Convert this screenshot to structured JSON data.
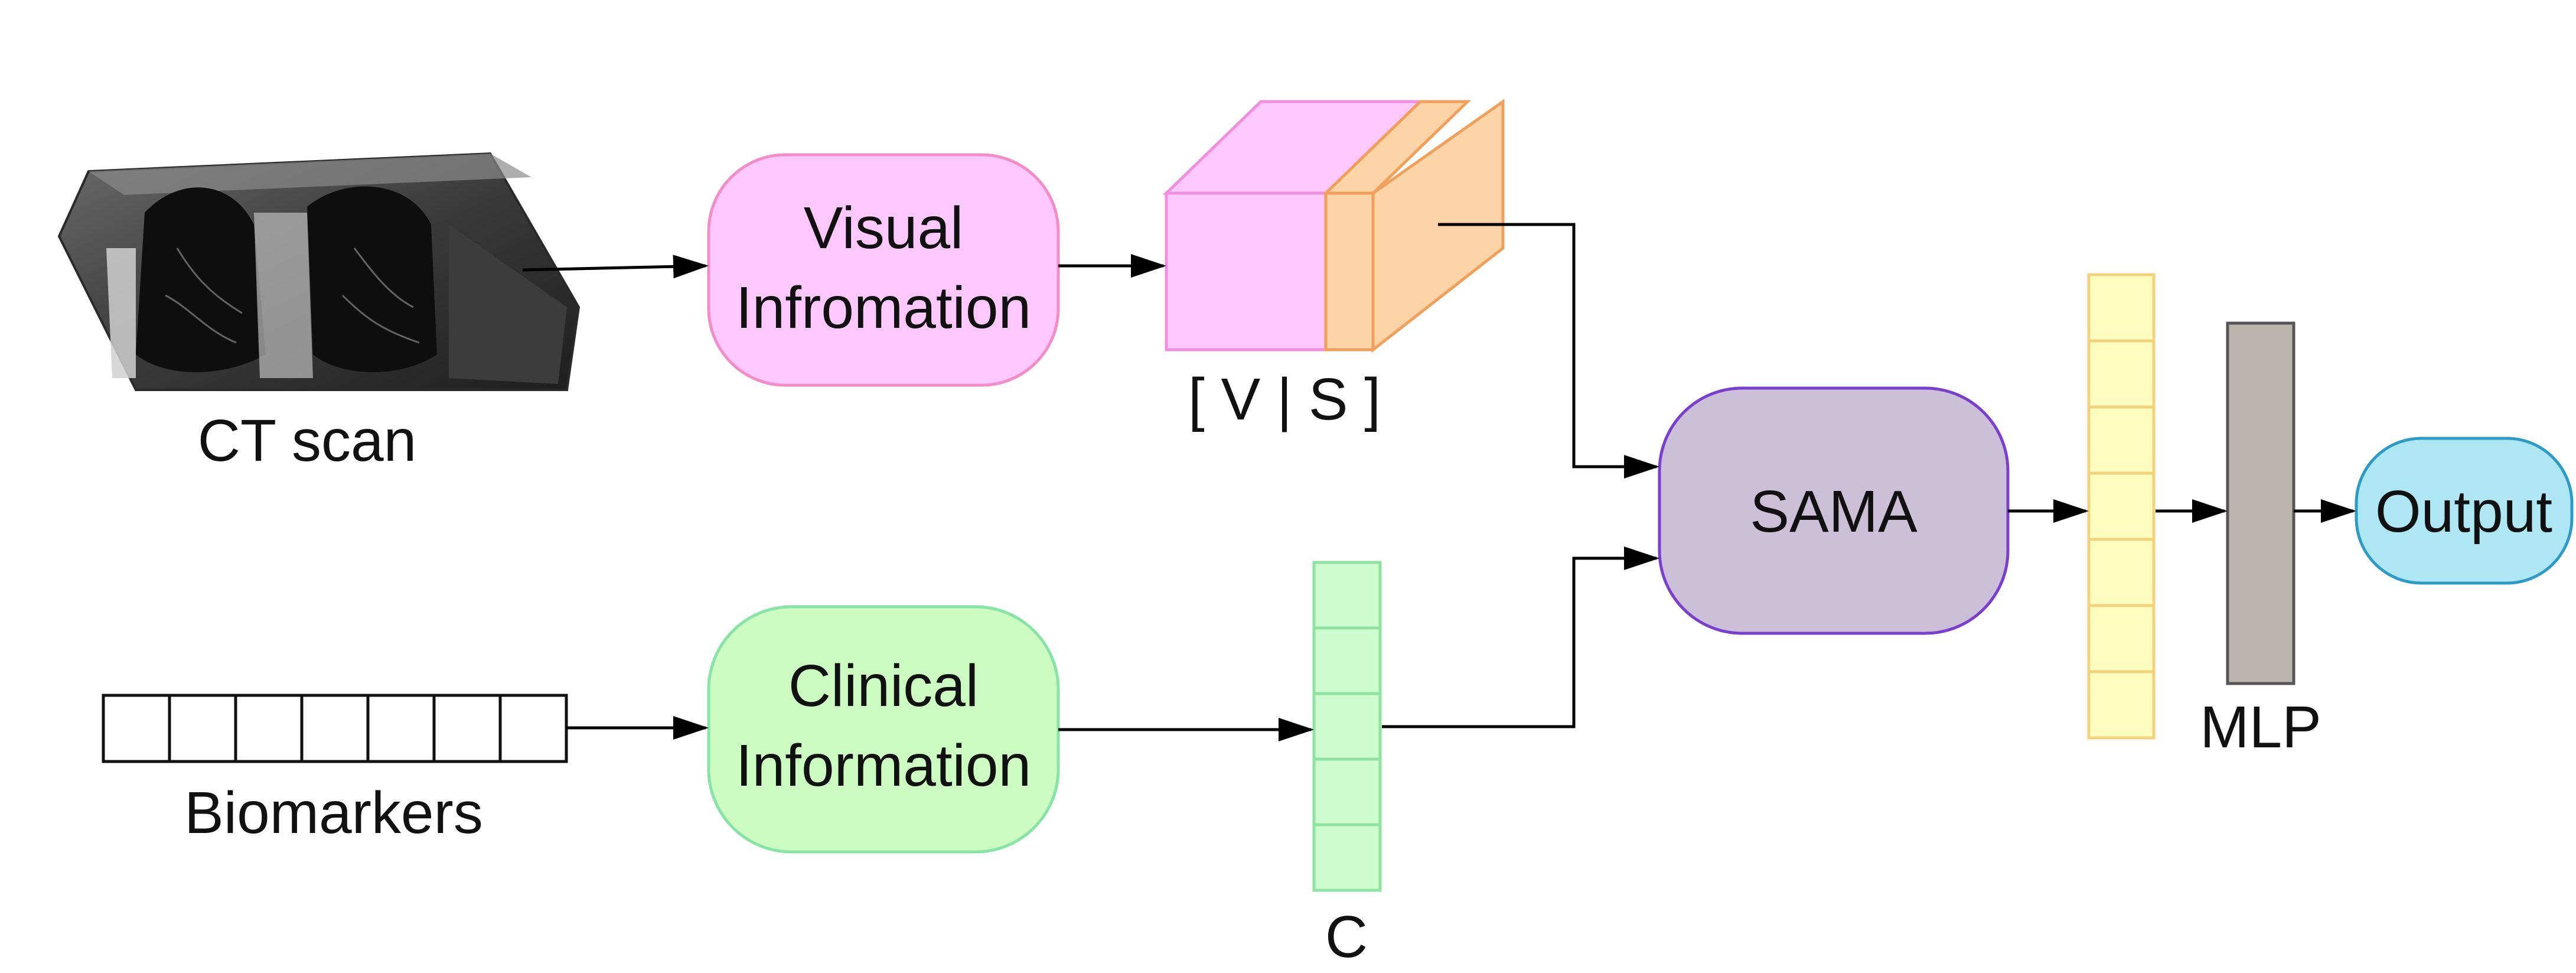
{
  "labels": {
    "ct_scan": "CT scan",
    "biomarkers": "Biomarkers",
    "vs_feature": "[ V | S ]",
    "c_feature": "C",
    "mlp": "MLP"
  },
  "nodes": {
    "visual_line1": "Visual",
    "visual_line2": "Infromation",
    "clinical_line1": "Clinical",
    "clinical_line2": "Information",
    "sama": "SAMA",
    "output": "Output"
  },
  "colors": {
    "visual_fill": "#FDC8FD",
    "visual_stroke": "#F28DC8",
    "clinical_fill": "#CCFCC2",
    "clinical_stroke": "#86E4A4",
    "sama_fill": "#CCBFD8",
    "sama_stroke": "#7B3FD0",
    "output_fill": "#AEE7F3",
    "output_stroke": "#2C9CC6",
    "v_block_fill": "#FDC8FD",
    "v_block_stroke": "#F08FE0",
    "s_block_fill": "#FDD4A8",
    "s_block_stroke": "#F0A05A",
    "c_vector_fill": "#CFFCCF",
    "c_vector_stroke": "#8FE3A0",
    "fused_vector_fill": "#FEFDC0",
    "fused_vector_stroke": "#F2D27A",
    "mlp_fill": "#BBB5AF",
    "mlp_stroke": "#555555",
    "biomarker_stroke": "#111111",
    "arrow": "#000000"
  },
  "icons": {
    "ct_scan": "lung-ct-volume-image"
  }
}
